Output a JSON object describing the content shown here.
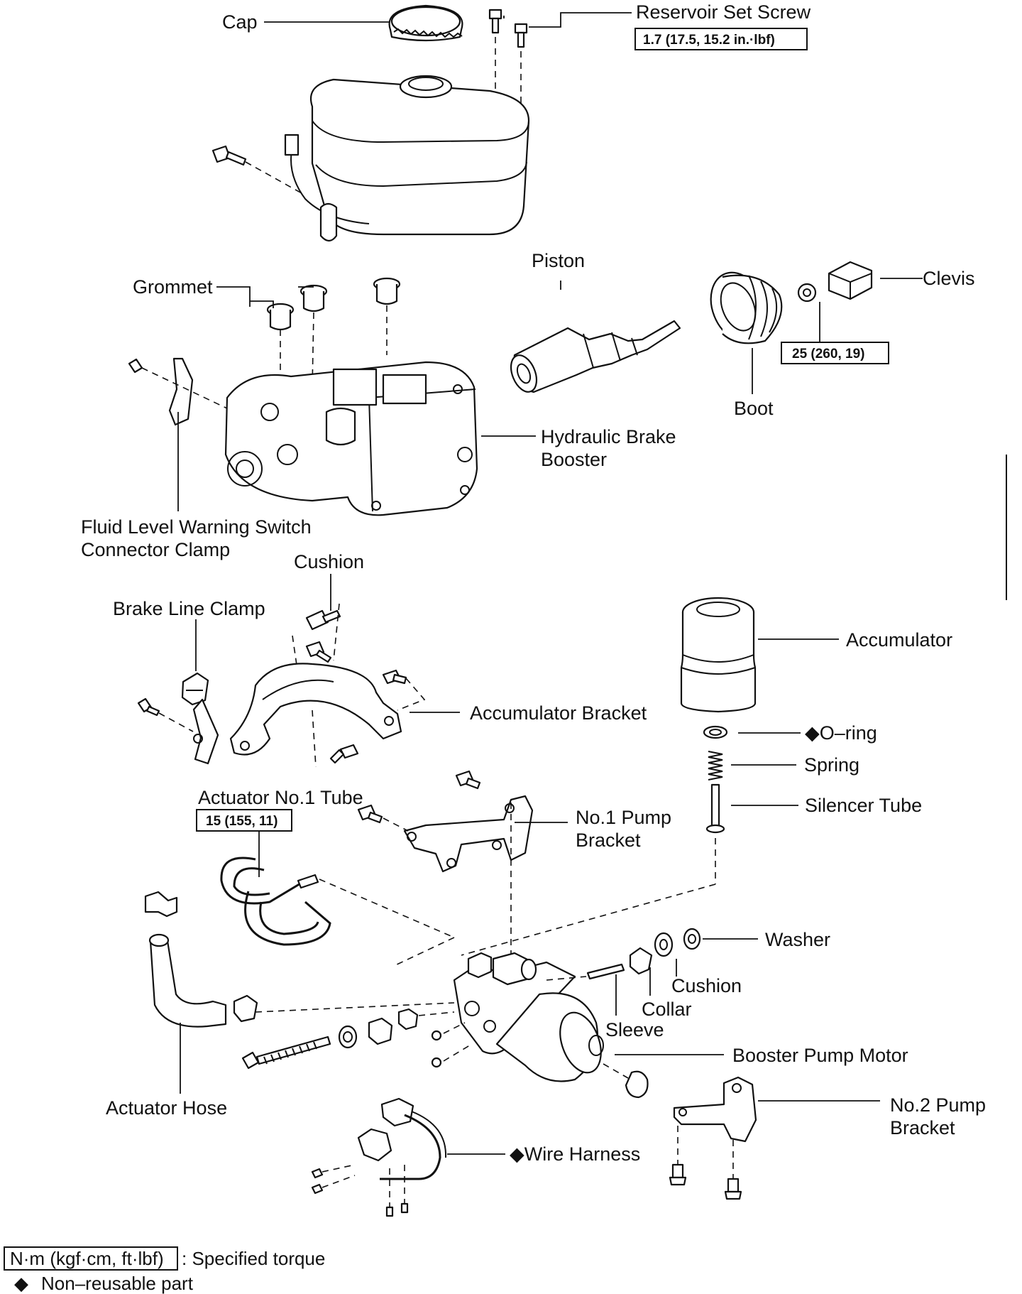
{
  "labels": {
    "cap": "Cap",
    "reservoir_set_screw": "Reservoir Set Screw",
    "piston": "Piston",
    "clevis": "Clevis",
    "grommet": "Grommet",
    "boot": "Boot",
    "hydraulic_brake_booster_line1": "Hydraulic Brake",
    "hydraulic_brake_booster_line2": "Booster",
    "fluid_level_warning_switch_line1": "Fluid Level Warning Switch",
    "fluid_level_warning_switch_line2": "Connector Clamp",
    "cushion_top": "Cushion",
    "brake_line_clamp": "Brake Line Clamp",
    "accumulator": "Accumulator",
    "accumulator_bracket": "Accumulator Bracket",
    "o_ring": "◆O–ring",
    "spring": "Spring",
    "silencer_tube": "Silencer Tube",
    "actuator_no1_tube": "Actuator No.1 Tube",
    "no1_pump_bracket_line1": "No.1 Pump",
    "no1_pump_bracket_line2": "Bracket",
    "washer": "Washer",
    "cushion_lower": "Cushion",
    "collar": "Collar",
    "sleeve": "Sleeve",
    "booster_pump_motor": "Booster Pump Motor",
    "no2_pump_bracket_line1": "No.2 Pump",
    "no2_pump_bracket_line2": "Bracket",
    "actuator_hose": "Actuator Hose",
    "wire_harness": "◆Wire Harness"
  },
  "torque_specs": {
    "reservoir_set_screw": "1.7 (17.5, 15.2 in.·lbf)",
    "clevis": "25 (260, 19)",
    "actuator_no1_tube": "15 (155, 11)"
  },
  "legend": {
    "torque_unit_box": "N·m (kgf·cm, ft·lbf)",
    "torque_desc": ": Specified torque",
    "symbol": "◆",
    "nonreusable_desc": "Non–reusable part"
  }
}
